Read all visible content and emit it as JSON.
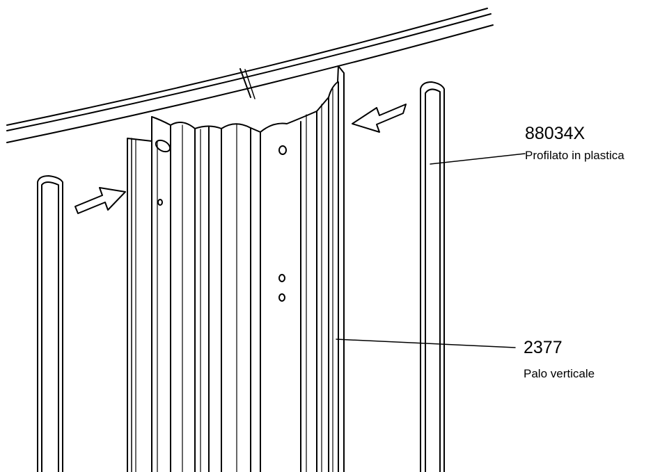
{
  "callouts": [
    {
      "code": "88034X",
      "name": "Profilato in plastica"
    },
    {
      "code": "2377",
      "name": "Palo verticale"
    }
  ],
  "colors": {
    "line": "#000000",
    "background": "#ffffff"
  }
}
